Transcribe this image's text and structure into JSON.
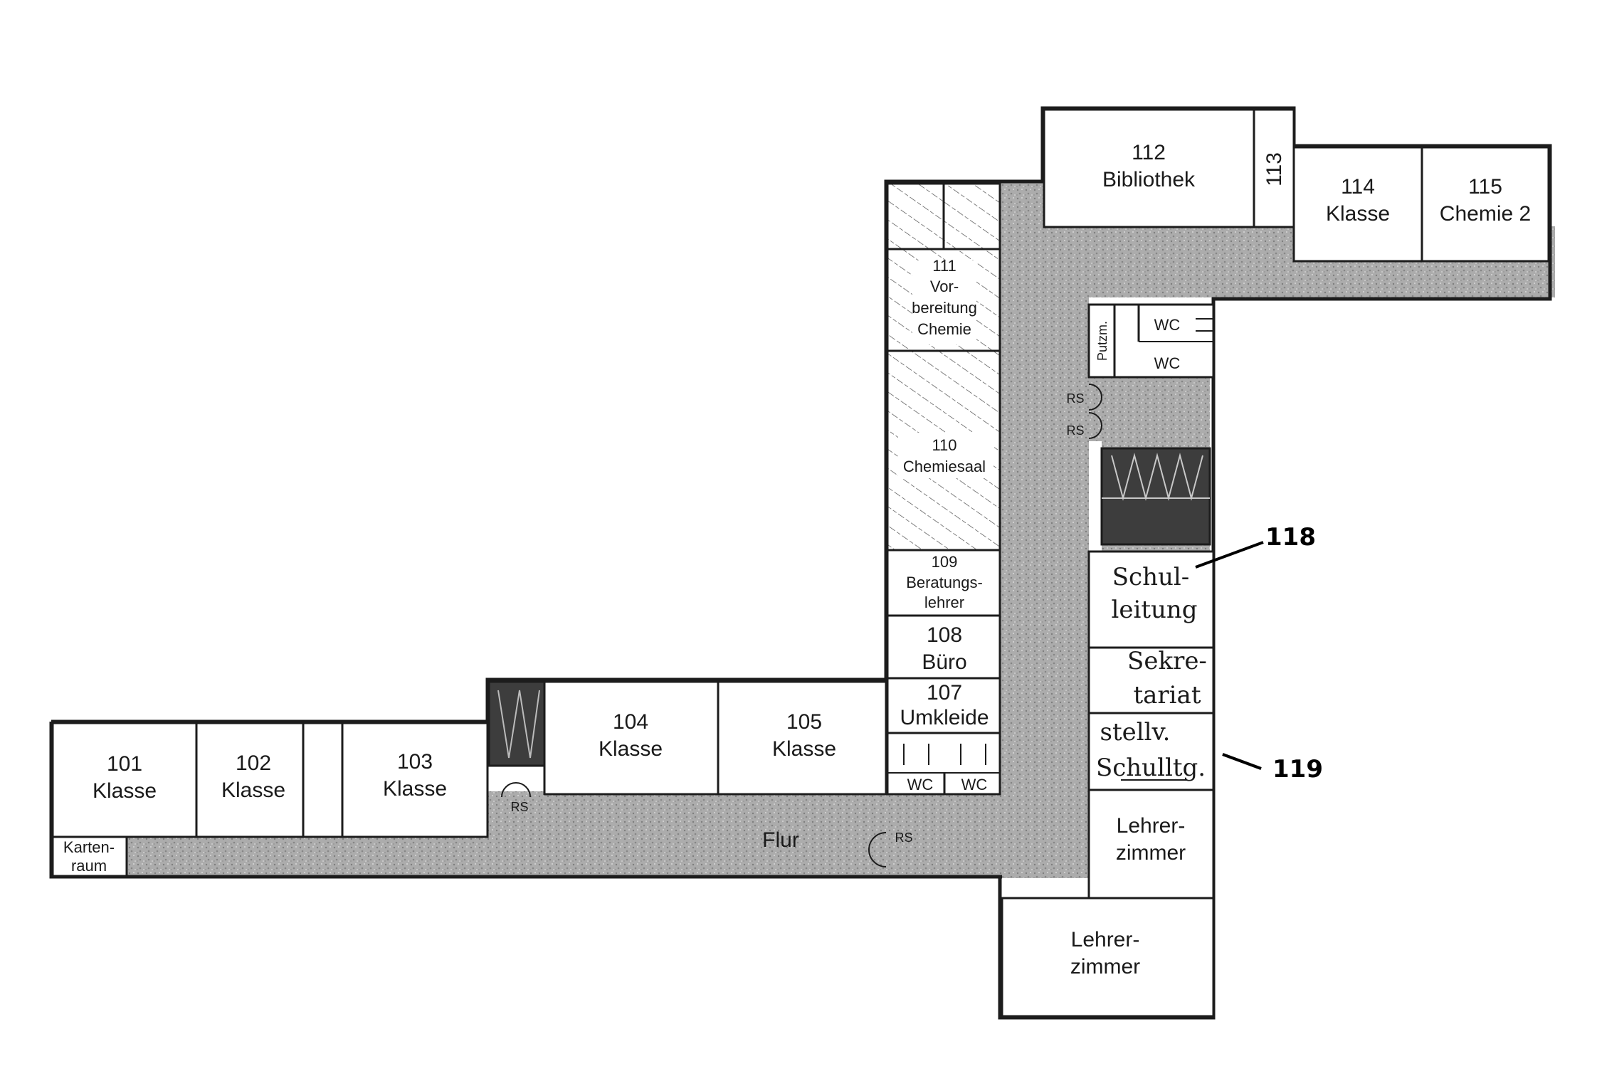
{
  "rooms": {
    "r101": {
      "number": "101",
      "name": "Klasse"
    },
    "r102": {
      "number": "102",
      "name": "Klasse"
    },
    "r103": {
      "number": "103",
      "name": "Klasse"
    },
    "r104": {
      "number": "104",
      "name": "Klasse"
    },
    "r105": {
      "number": "105",
      "name": "Klasse"
    },
    "r107": {
      "number": "107",
      "name": "Umkleide"
    },
    "r108": {
      "number": "108",
      "name": "Büro"
    },
    "r109": {
      "number": "109",
      "name_1": "Beratungs-",
      "name_2": "lehrer"
    },
    "r110": {
      "number": "110",
      "name": "Chemiesaal"
    },
    "r111": {
      "number": "111",
      "name_1": "Vor-",
      "name_2": "bereitung",
      "name_3": "Chemie"
    },
    "r112": {
      "number": "112",
      "name": "Bibliothek"
    },
    "r113": {
      "number": "113"
    },
    "r114": {
      "number": "114",
      "name": "Klasse"
    },
    "r115": {
      "number": "115",
      "name": "Chemie 2"
    },
    "kartenraum": {
      "name_1": "Karten-",
      "name_2": "raum"
    },
    "putzm": {
      "name": "Putzm."
    },
    "lehrerzimmer_1": {
      "name_1": "Lehrer-",
      "name_2": "zimmer"
    },
    "lehrerzimmer_2": {
      "name_1": "Lehrer-",
      "name_2": "zimmer"
    },
    "flur": {
      "name": "Flur"
    }
  },
  "wc_label": "WC",
  "rs_label": "RS",
  "handwritten": {
    "schulleitung_1": "Schul-",
    "schulleitung_2": "leitung",
    "sekretariat_1": "Sekre-",
    "sekretariat_2": "tariat",
    "stellv_1": "stellv.",
    "stellv_2": "Schulltg."
  },
  "callouts": {
    "c118": "118",
    "c119": "119"
  },
  "colors": {
    "corridor": "#a9a9a9",
    "wall": "#1c1c1c",
    "stair": "#3d3d3d"
  }
}
